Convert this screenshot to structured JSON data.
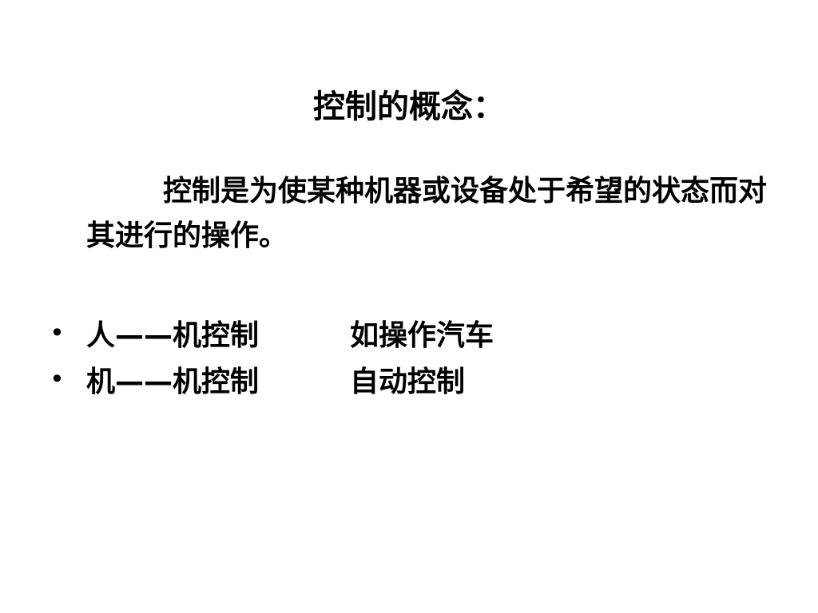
{
  "slide": {
    "title": "控制的概念：",
    "definition": "控制是为使某种机器或设备处于希望的状态而对其进行的操作。",
    "bullets": [
      {
        "symbol": "•",
        "term": "人——机控制",
        "example": "如操作汽车"
      },
      {
        "symbol": "•",
        "term": "机——机控制",
        "example": "自动控制"
      }
    ]
  }
}
